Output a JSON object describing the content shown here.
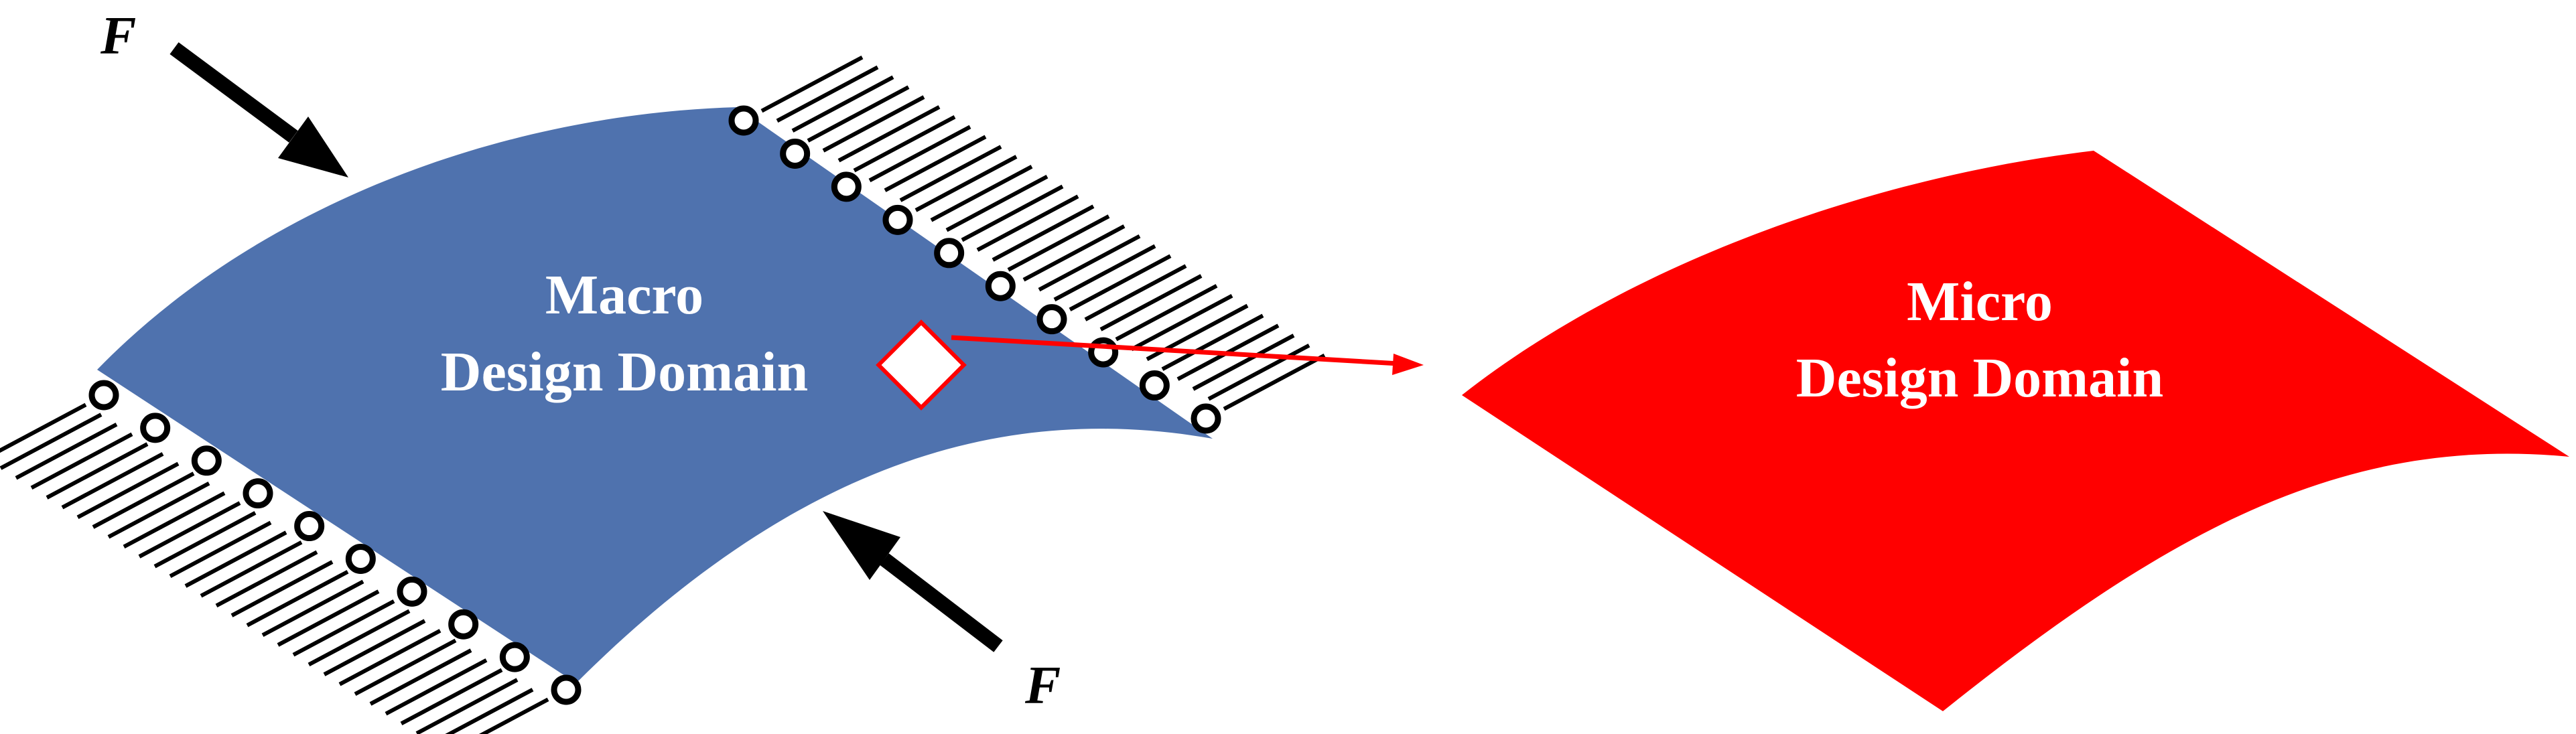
{
  "force_label": "F",
  "macro": {
    "line1": "Macro",
    "line2": "Design Domain"
  },
  "micro": {
    "line1": "Micro",
    "line2": "Design Domain"
  },
  "colors": {
    "macro_fill": "#4f72ae",
    "micro_fill": "#ff0000",
    "connector": "#ff0000",
    "support": "#000000",
    "force_arrow": "#000000",
    "label_text": "#ffffff"
  }
}
